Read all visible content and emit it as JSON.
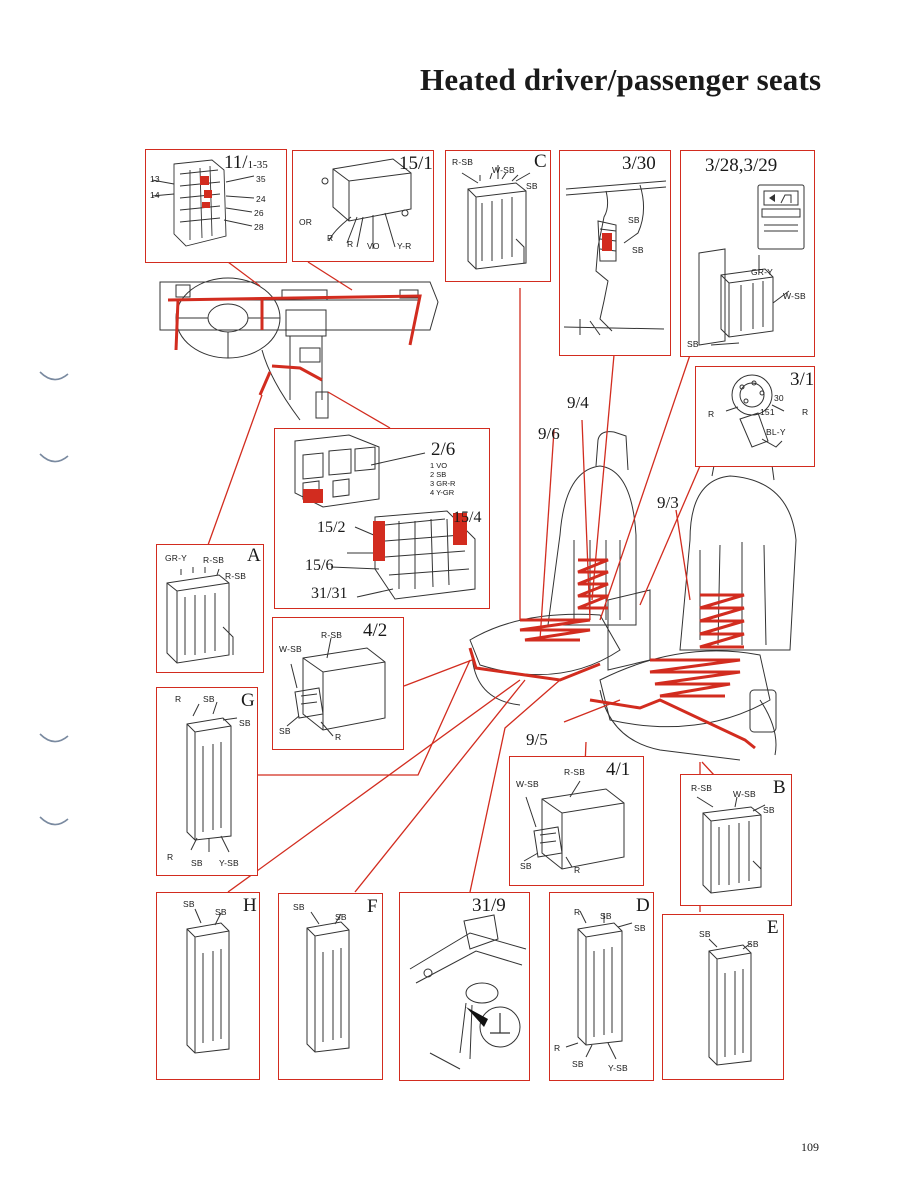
{
  "page": {
    "title": "Heated driver/passenger seats",
    "page_number": "109"
  },
  "colors": {
    "accent": "#d22c1f",
    "ink": "#1a1a1a"
  },
  "boxes": {
    "fusebox": {
      "id": "11/",
      "id_sub": "1-35",
      "labels": [
        "13",
        "14",
        "35",
        "24",
        "26",
        "28"
      ]
    },
    "module": {
      "id": "15/1",
      "labels": [
        "OR",
        "R",
        "R",
        "VO",
        "Y-R"
      ]
    },
    "conn_c": {
      "id": "C",
      "labels": [
        "R-SB",
        "W-SB",
        "SB"
      ]
    },
    "hanger": {
      "id": "3/30",
      "labels": [
        "SB",
        "SB"
      ]
    },
    "switch": {
      "id": "3/28,3/29",
      "labels": [
        "GR-Y",
        "W-SB",
        "SB"
      ]
    },
    "sensor": {
      "id": "3/1",
      "labels": [
        "R",
        "R",
        "BL-Y",
        "30",
        "151"
      ]
    },
    "relaybox": {
      "id_main": "2/6",
      "pins": [
        "1 VO",
        "2 SB",
        "3 GR-R",
        "4 Y-GR"
      ],
      "ids": [
        "15/2",
        "15/4",
        "15/6",
        "31/31"
      ]
    },
    "conn_a": {
      "id": "A",
      "labels": [
        "GR-Y",
        "R-SB",
        "R-SB"
      ]
    },
    "relay_42": {
      "id": "4/2",
      "labels": [
        "W-SB",
        "R-SB",
        "SB",
        "R"
      ]
    },
    "conn_g": {
      "id": "G",
      "labels": [
        "R",
        "SB",
        "SB",
        "R",
        "SB",
        "Y-SB"
      ]
    },
    "relay_41": {
      "id": "4/1",
      "labels": [
        "W-SB",
        "R-SB",
        "SB",
        "R"
      ]
    },
    "conn_b": {
      "id": "B",
      "labels": [
        "R-SB",
        "W-SB",
        "SB"
      ]
    },
    "conn_h": {
      "id": "H",
      "labels": [
        "SB",
        "SB"
      ]
    },
    "conn_f": {
      "id": "F",
      "labels": [
        "SB",
        "SB"
      ]
    },
    "ground": {
      "id": "31/9"
    },
    "conn_d": {
      "id": "D",
      "labels": [
        "R",
        "SB",
        "SB",
        "R",
        "SB",
        "Y-SB"
      ]
    },
    "conn_e": {
      "id": "E",
      "labels": [
        "SB",
        "SB"
      ]
    }
  },
  "callouts": {
    "c94": "9/4",
    "c96": "9/6",
    "c93": "9/3",
    "c95": "9/5"
  },
  "icons": [
    "seat-heat-switch-icon",
    "ground-symbol-icon"
  ]
}
